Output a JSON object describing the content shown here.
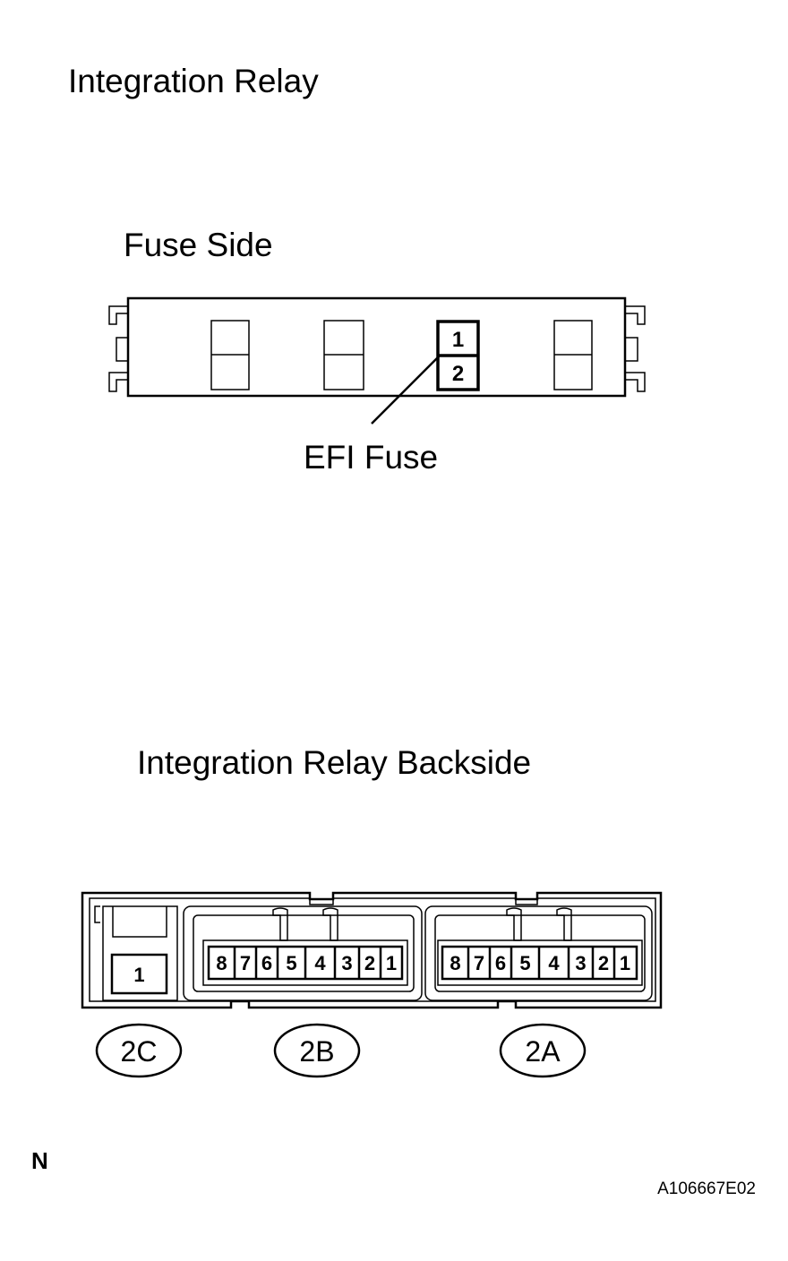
{
  "title": "Integration Relay",
  "fuse_side": {
    "label": "Fuse Side",
    "efi_pins": [
      "1",
      "2"
    ],
    "callout": "EFI Fuse"
  },
  "backside": {
    "label": "Integration Relay Backside",
    "connector_2c": {
      "code": "2C",
      "pins": [
        "1"
      ]
    },
    "connector_2b": {
      "code": "2B",
      "pins": [
        "8",
        "7",
        "6",
        "5",
        "4",
        "3",
        "2",
        "1"
      ]
    },
    "connector_2a": {
      "code": "2A",
      "pins": [
        "8",
        "7",
        "6",
        "5",
        "4",
        "3",
        "2",
        "1"
      ]
    }
  },
  "north_marker": "N",
  "figure_id": "A106667E02"
}
